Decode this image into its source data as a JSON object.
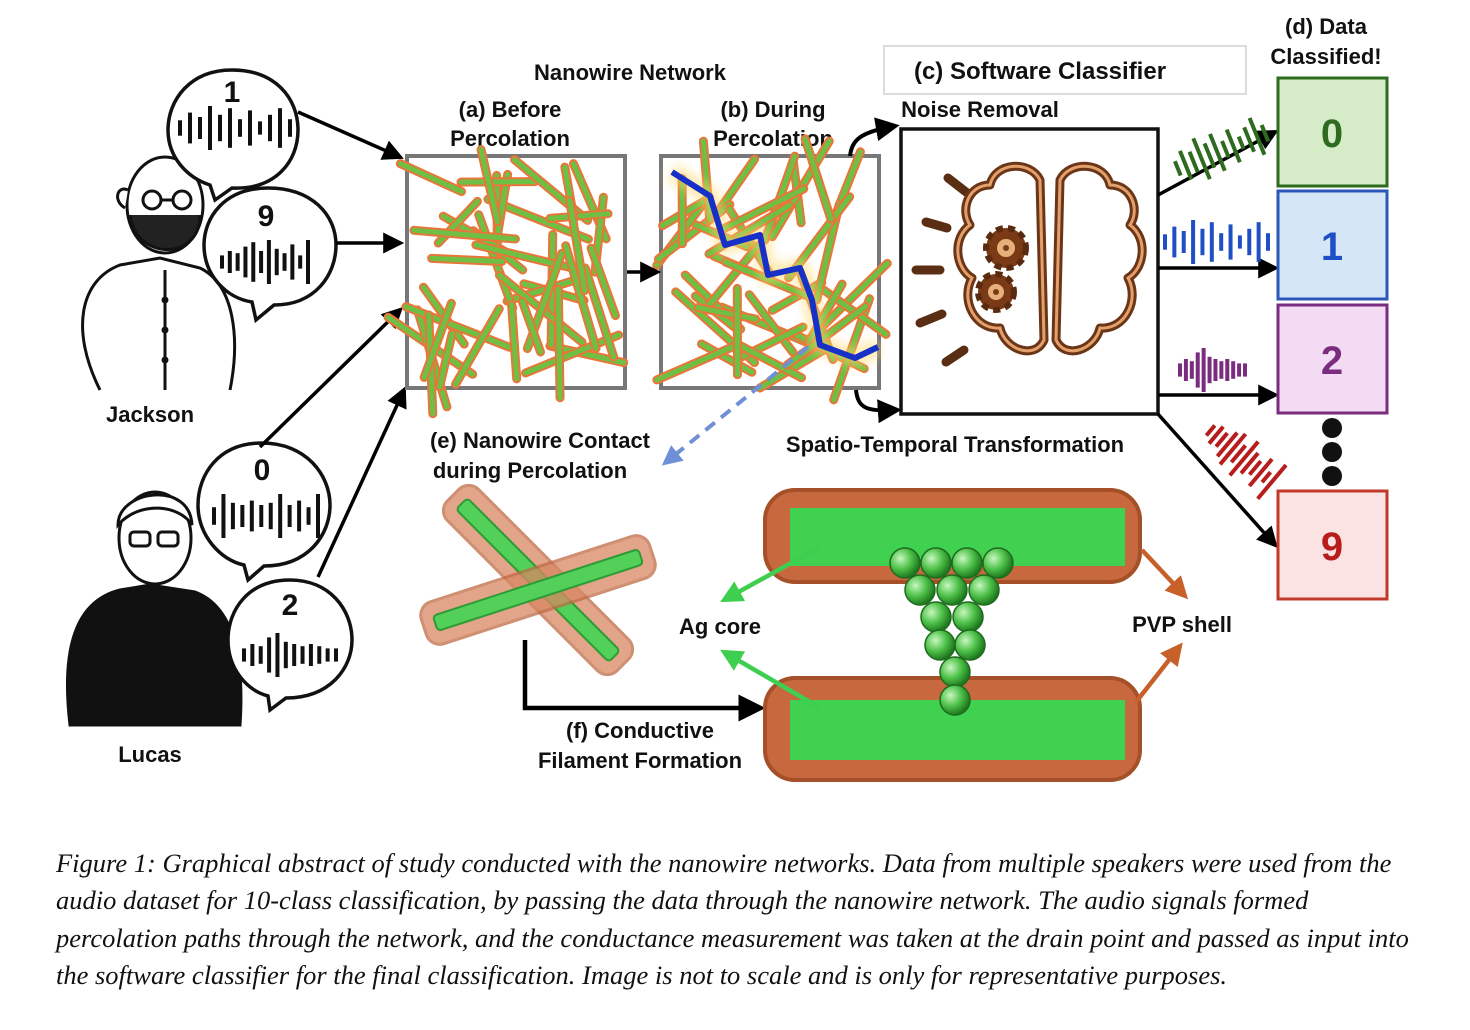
{
  "labels": {
    "network_title": "Nanowire Network",
    "before_1": "(a) Before",
    "before_2": "Percolation",
    "during_1": "(b) During",
    "during_2": "Percolation",
    "classifier": "(c) Software Classifier",
    "noise_removal": "Noise Removal",
    "spatio": "Spatio-Temporal Transformation",
    "classified_1": "(d) Data",
    "classified_2": "Classified!",
    "contact_1": "(e) Nanowire Contact",
    "contact_2": "during Percolation",
    "filament_1": "(f) Conductive",
    "filament_2": "Filament Formation",
    "ag_core": "Ag core",
    "pvp_shell": "PVP shell"
  },
  "speakers": [
    {
      "name": "Jackson",
      "digits": [
        "1",
        "9"
      ]
    },
    {
      "name": "Lucas",
      "digits": [
        "0",
        "2"
      ]
    }
  ],
  "classes": [
    {
      "digit": "0",
      "color": "#2e6b1f",
      "fill": "#d6ecc8",
      "border": "#2e6b1f"
    },
    {
      "digit": "1",
      "color": "#1f4fc4",
      "fill": "#d5e6f6",
      "border": "#2a57b8"
    },
    {
      "digit": "2",
      "color": "#7a2c7f",
      "fill": "#f3dcf3",
      "border": "#7a2c7f"
    },
    {
      "digit": "9",
      "color": "#b81d1d",
      "fill": "#fbe3e3",
      "border": "#c0392b"
    }
  ],
  "icons": {
    "brain": "brain-gears-icon",
    "person1": "bearded-man-icon",
    "person2": "man-with-glasses-icon"
  },
  "caption": "Figure 1: Graphical abstract of study conducted with the nanowire networks. Data from multiple speakers were used from the audio dataset for 10-class classification, by passing the data through the nanowire network. The audio signals formed percolation paths through the network, and the conductance measurement was taken at the drain point and passed as input into the software classifier for the final classification. Image is not to scale and is only for representative purposes."
}
